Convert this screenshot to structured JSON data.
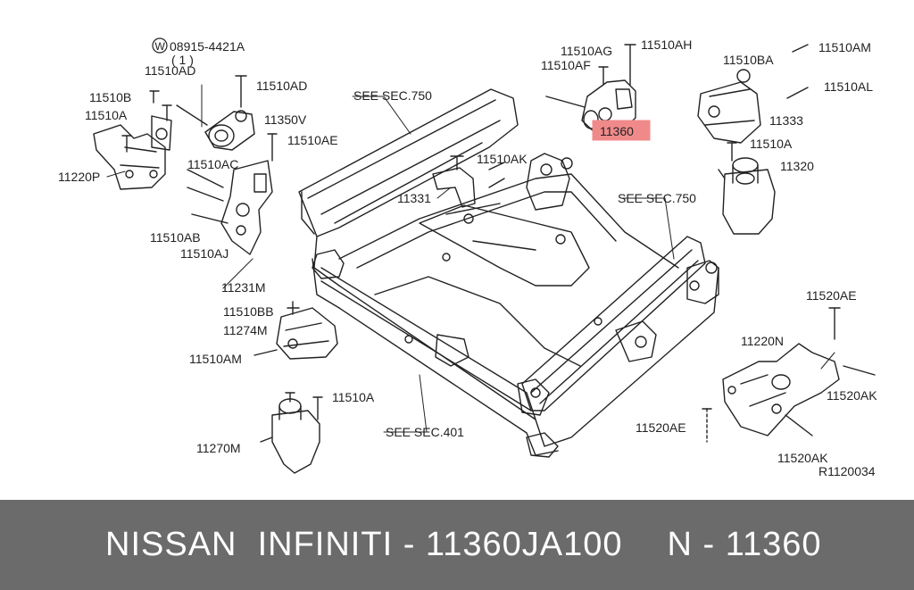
{
  "diagram": {
    "labels": {
      "p08915": "08915-4421A",
      "p08915_qty": "( 1 )",
      "p11510AD_a": "11510AD",
      "p11510AD_b": "11510AD",
      "p11510B": "11510B",
      "p11510A_a": "11510A",
      "p11350V": "11350V",
      "p11510AE": "11510AE",
      "p11220P": "11220P",
      "p11510AC": "11510AC",
      "p11510AB": "11510AB",
      "p11510AJ": "11510AJ",
      "p11231M": "11231M",
      "p11510BB": "11510BB",
      "p11274M": "11274M",
      "p11510AM_a": "11510AM",
      "p11510A_b": "11510A",
      "p11270M": "11270M",
      "sec750_a": "SEE SEC.750",
      "sec750_b": "SEE SEC.750",
      "sec401": "SEE SEC.401",
      "p11331": "11331",
      "p11510AK": "11510AK",
      "p11510AG": "11510AG",
      "p11510AH": "11510AH",
      "p11510AF": "11510AF",
      "p11360": "11360",
      "p11510BA": "11510BA",
      "p11510AM_b": "11510AM",
      "p11510AL": "11510AL",
      "p11333": "11333",
      "p11510A_c": "11510A",
      "p11320": "11320",
      "p11520AE_a": "11520AE",
      "p11220N": "11220N",
      "p11520AK_a": "11520AK",
      "p11520AE_b": "11520AE",
      "p11520AK_b": "11520AK",
      "ref": "R1120034"
    },
    "washer_symbol": "W"
  },
  "footer": {
    "title": "NISSAN  INFINITI - 11360JA100",
    "code": "N - 11360"
  },
  "colors": {
    "highlight": "#f08a8a",
    "footer_bg": "#6b6b6b",
    "ink": "#222222"
  }
}
